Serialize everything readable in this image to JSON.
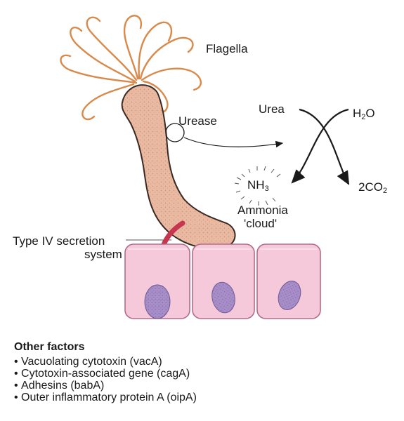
{
  "labels": {
    "flagella": "Flagella",
    "urease": "Urease",
    "urea": "Urea",
    "water_main": "H",
    "water_sub": "2",
    "water_tail": "O",
    "ammonia_main": "NH",
    "ammonia_sub": "3",
    "co2_main": "2CO",
    "co2_sub": "2",
    "ammonia_caption_line1": "Ammonia",
    "ammonia_caption_line2": "'cloud'",
    "secretion_line1": "Type IV secretion",
    "secretion_line2": "system"
  },
  "other_factors": {
    "title": "Other factors",
    "items": [
      "Vacuolating cytotoxin (vacA)",
      "Cytotoxin-associated gene (cagA)",
      "Adhesins (babA)",
      "Outer inflammatory protein A (oipA)"
    ]
  },
  "colors": {
    "bacterium_fill": "#eab9a1",
    "bacterium_edge": "#3a2a24",
    "flagella": "#d98a4a",
    "cell_fill": "#f6c9da",
    "cell_edge": "#b36b8b",
    "nucleus_fill": "#a88ec8",
    "arrow_red": "#c8354f",
    "ink": "#1a1a1a"
  }
}
